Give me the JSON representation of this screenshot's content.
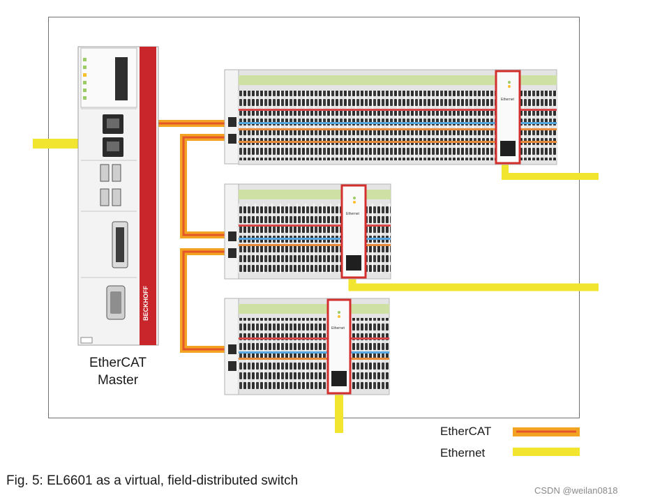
{
  "master": {
    "label_line1": "EtherCAT",
    "label_line2": "Master",
    "brand": "BECKHOFF"
  },
  "junction_module": {
    "label": "Ethernet"
  },
  "legend": {
    "ethercat_label": "EtherCAT",
    "ethernet_label": "Ethernet"
  },
  "caption": "Fig. 5: EL6601 as a virtual, field-distributed switch",
  "watermark": "CSDN @weilan0818",
  "colors": {
    "ethercat_outer": "#f2a322",
    "ethercat_inner": "#e5552a",
    "ethernet": "#f2e52f",
    "module_red": "#d32f2f",
    "terminal_body": "#e4e4e4",
    "terminal_green": "#b9d86a",
    "terminal_orange": "#e98a3a",
    "terminal_blue": "#55a7e0",
    "terminal_red": "#d9474a"
  },
  "icons": {
    "rj45": "rj45-port-icon",
    "usb": "usb-port-icon",
    "dvi": "dvi-port-icon",
    "serial": "serial-port-icon",
    "led": "status-led-icon"
  }
}
